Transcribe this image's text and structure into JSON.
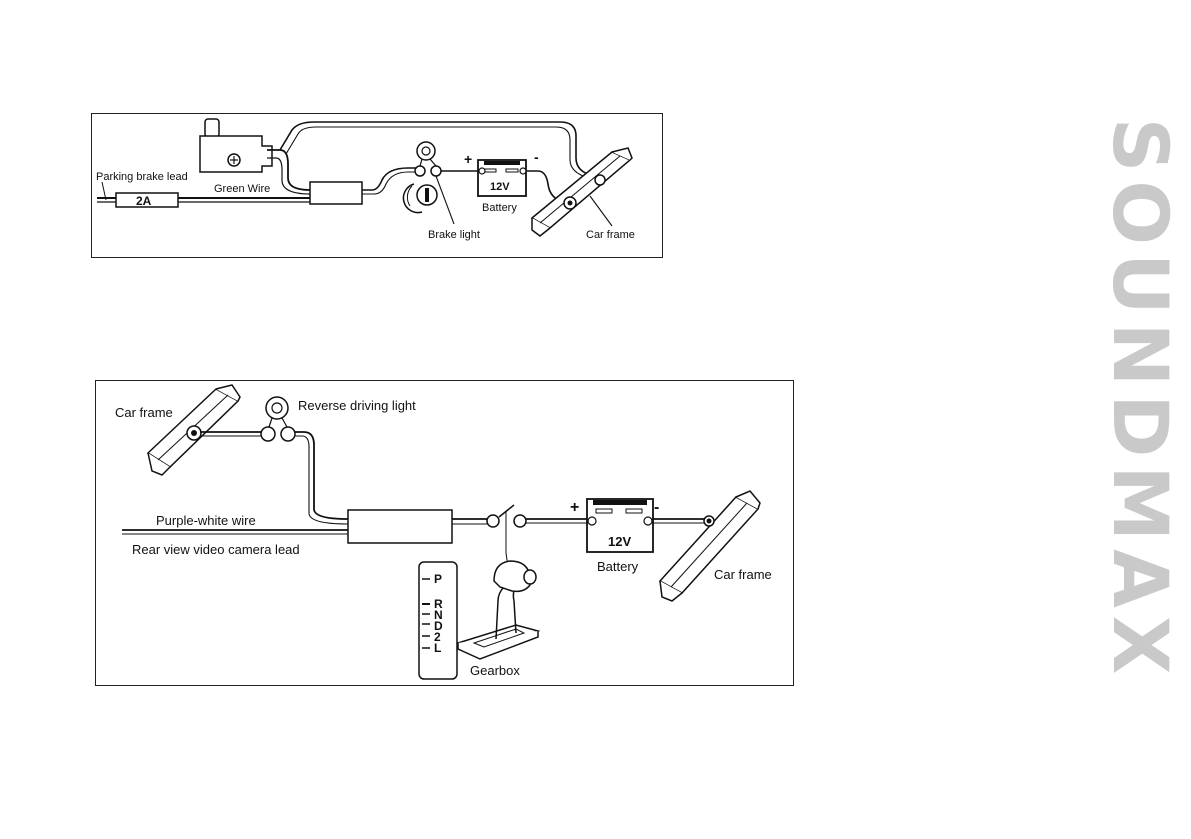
{
  "brand": {
    "wordmark": "SOUNDMAX",
    "color": "#c9c9c9"
  },
  "diagram_parking": {
    "label_lead": "Parking brake lead",
    "label_fuse": "2A",
    "label_wire": "Green Wire",
    "label_plus": "+",
    "label_minus": "-",
    "label_voltage": "12V",
    "label_battery": "Battery",
    "label_brake_light": "Brake light",
    "label_frame": "Car frame"
  },
  "diagram_reverse": {
    "label_frame_left": "Car frame",
    "label_light": "Reverse driving light",
    "label_wire": "Purple-white wire",
    "label_lead": "Rear view video camera lead",
    "label_plus": "+",
    "label_minus": "-",
    "label_voltage": "12V",
    "label_battery": "Battery",
    "label_frame_right": "Car frame",
    "label_gearbox": "Gearbox",
    "gears": [
      "P",
      "R",
      "N",
      "D",
      "2",
      "L"
    ]
  }
}
